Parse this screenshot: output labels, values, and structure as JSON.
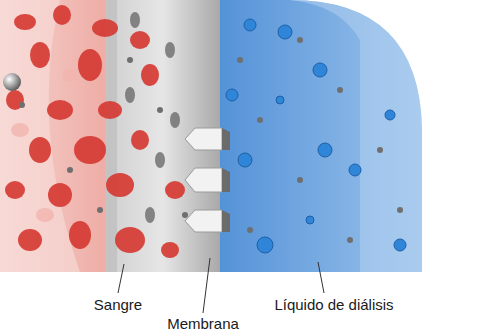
{
  "diagram": {
    "labels": [
      "Sangre",
      "Membrana",
      "Líquido de diálisis"
    ]
  }
}
